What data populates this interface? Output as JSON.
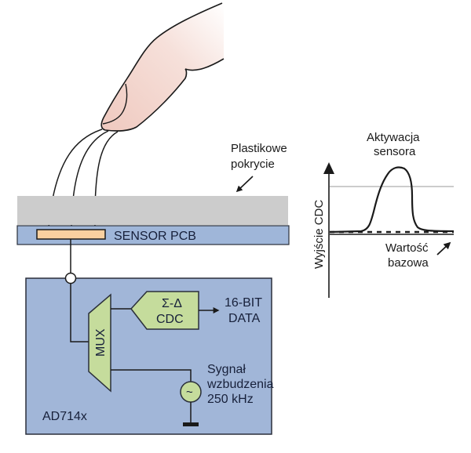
{
  "diagram": {
    "finger": {
      "label": ""
    },
    "plastic_cover": {
      "label_line1": "Plastikowe",
      "label_line2": "pokrycie"
    },
    "sensor_pcb": {
      "label": "SENSOR PCB"
    },
    "chip": {
      "label": "AD714x",
      "mux": {
        "label": "MUX"
      },
      "cdc": {
        "label_line1": "Σ-Δ",
        "label_line2": "CDC"
      },
      "output": {
        "label_line1": "16-BIT",
        "label_line2": "DATA"
      },
      "excitation": {
        "label_line1": "Sygnał",
        "label_line2": "wzbudzenia",
        "label_line3": "250 kHz",
        "symbol": "~"
      }
    },
    "graph": {
      "title_line1": "Aktywacja",
      "title_line2": "sensora",
      "ylabel": "Wyjście CDC",
      "baseline_label_line1": "Wartość",
      "baseline_label_line2": "bazowa"
    }
  },
  "colors": {
    "finger_fill": "#f3d6cf",
    "cover_gray": "#cccccc",
    "pcb_blue": "#9fb6d9",
    "electrode": "#f9d0a0",
    "block_green": "#c5dc9c",
    "chip_blue": "#a1b6d8",
    "line": "#1a1a1a"
  }
}
